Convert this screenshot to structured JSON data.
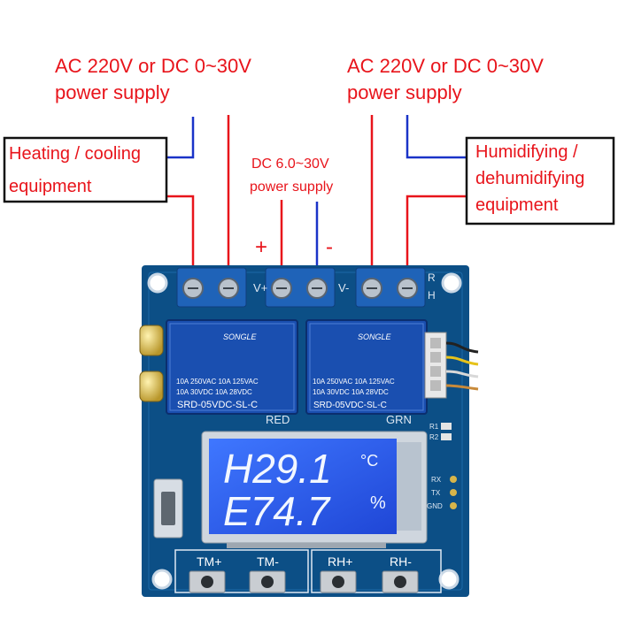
{
  "labels": {
    "left_supply_line1": "AC 220V or DC 0~30V",
    "left_supply_line2": "power supply",
    "right_supply_line1": "AC 220V or DC 0~30V",
    "right_supply_line2": "power supply",
    "left_equipment_line1": "Heating / cooling",
    "left_equipment_line2": "equipment",
    "right_equipment_line1": "Humidifying /",
    "right_equipment_line2": "dehumidifying",
    "right_equipment_line3": "equipment",
    "dc_supply_line1": "DC 6.0~30V",
    "dc_supply_line2": "power supply",
    "plus_sign": "+",
    "minus_sign": "-"
  },
  "board": {
    "terminal_v_plus": "V+",
    "terminal_v_minus": "V-",
    "terminal_rh": "R",
    "terminal_rh2": "H",
    "relay_brand": "SONGLE",
    "relay_rating1": "10A 250VAC  10A 125VAC",
    "relay_rating2": "10A 30VDC   10A 28VDC",
    "relay_model": "SRD-05VDC-SL-C",
    "led_red": "RED",
    "led_green": "GRN",
    "r1": "R1",
    "r2": "R2",
    "pin_rx": "RX",
    "pin_tx": "TX",
    "pin_gnd": "GND",
    "button_tm_plus": "TM+",
    "button_tm_minus": "TM-",
    "button_rh_plus": "RH+",
    "button_rh_minus": "RH-"
  },
  "lcd": {
    "line1_value": "H29.1",
    "line1_unit": "°C",
    "line2_value": "E74.7",
    "line2_unit": "%"
  },
  "colors": {
    "red_wire": "#e8141b",
    "blue_wire": "#1a33c8",
    "pcb": "#0c4f86",
    "terminal": "#1f63b8",
    "relay": "#1a4fb0",
    "lcd_bg": "#2e5df0"
  }
}
